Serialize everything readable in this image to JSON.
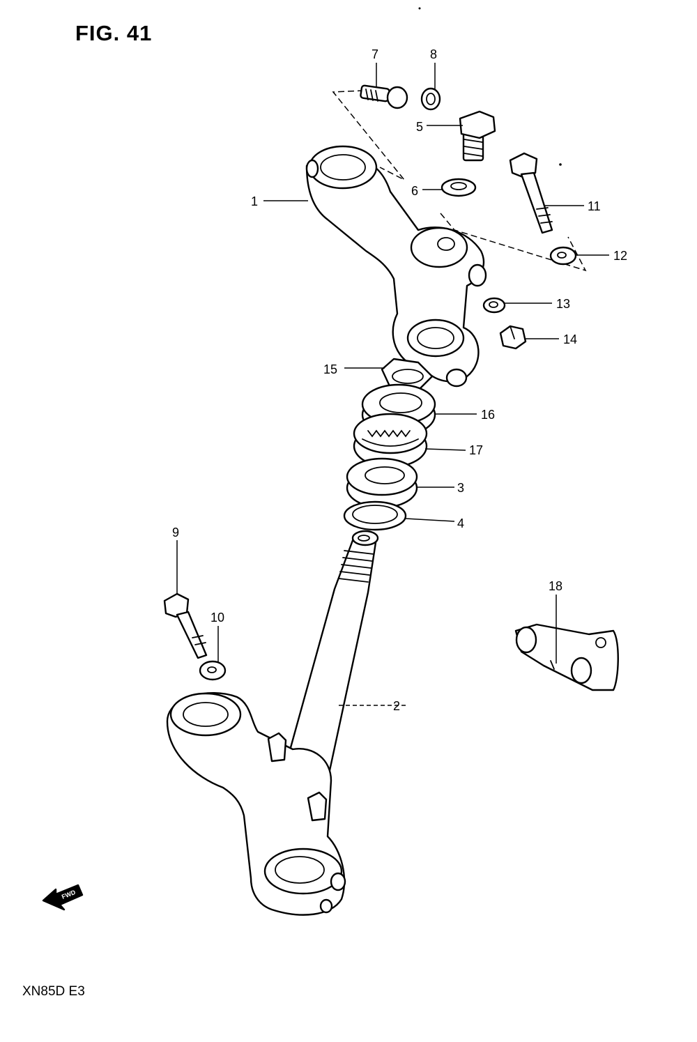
{
  "figure": {
    "title": "FIG. 41",
    "model_code": "XN85D E3",
    "fwd_label": "FWD"
  },
  "callouts": {
    "c1": "1",
    "c2": "2",
    "c3": "3",
    "c4": "4",
    "c5": "5",
    "c6": "6",
    "c7": "7",
    "c8": "8",
    "c9": "9",
    "c10": "10",
    "c11": "11",
    "c12": "12",
    "c13": "13",
    "c14": "14",
    "c15": "15",
    "c16": "16",
    "c17": "17",
    "c18": "18"
  },
  "icons": {
    "fwd_arrow": "fwd-arrow-icon"
  }
}
